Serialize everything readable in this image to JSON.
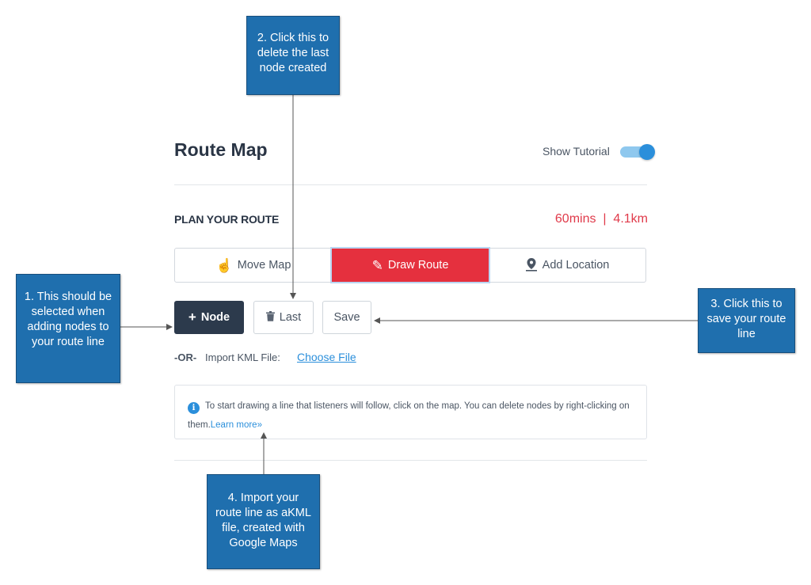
{
  "header": {
    "title": "Route Map",
    "tutorial_label": "Show Tutorial",
    "tutorial_on": true
  },
  "plan": {
    "heading": "PLAN YOUR ROUTE",
    "stats": "60mins  |  4.1km"
  },
  "modes": [
    {
      "label": "Move Map",
      "icon": "hand-pointer-icon"
    },
    {
      "label": "Draw Route",
      "icon": "pencil-icon",
      "active": true
    },
    {
      "label": "Add Location",
      "icon": "map-pin-icon"
    }
  ],
  "actions": {
    "node_label": "Node",
    "last_label": "Last",
    "save_label": "Save"
  },
  "import": {
    "or_label": "-OR-",
    "label": "Import KML File:",
    "choose_label": "Choose File"
  },
  "info": {
    "text": "To start drawing a line that listeners will follow, click on the map. You can delete nodes by right-clicking on them.",
    "link": "Learn more»"
  },
  "callouts": {
    "c1": "1. This should be selected when adding nodes to your route line",
    "c2": "2. Click this to delete the last node created",
    "c3": "3. Click this to save your route line",
    "c4": "4. Import your route line as aKML file,  created with Google Maps"
  },
  "colors": {
    "accent": "#e5303e",
    "brand": "#2c3a4c",
    "link": "#2b8fdb",
    "callout": "#1f6fae"
  }
}
